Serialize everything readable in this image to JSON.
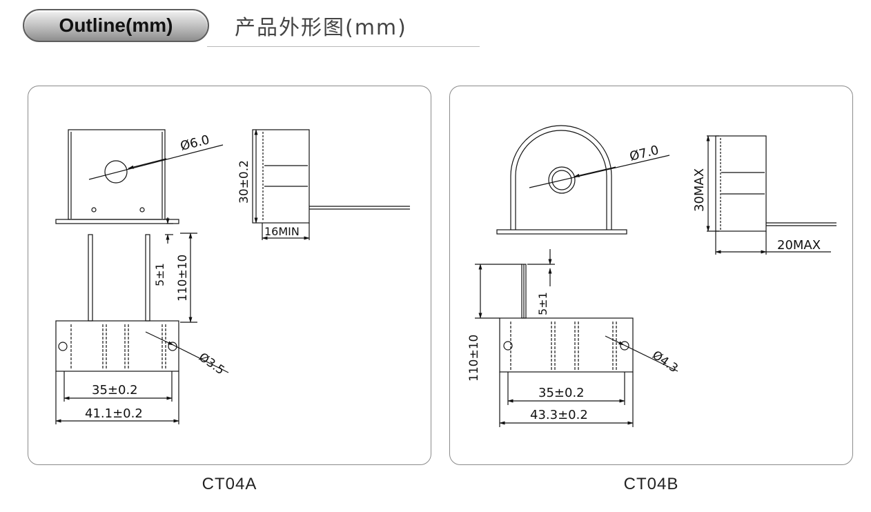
{
  "header": {
    "badge_label": "Outline(mm)",
    "chinese_title": "产品外形图(mm)"
  },
  "panels": [
    {
      "model": "CT04A",
      "dims": {
        "hole_dia": "Ø6.0",
        "height": "30±0.2",
        "width_min": "16MIN",
        "pin_offset": "5±1",
        "lead_length": "110±10",
        "mount_hole": "Ø3.5",
        "pitch": "35±0.2",
        "overall_width": "41.1±0.2"
      }
    },
    {
      "model": "CT04B",
      "dims": {
        "hole_dia": "Ø7.0",
        "height": "30MAX",
        "width_max": "20MAX",
        "pin_offset": "5±1",
        "lead_length": "110±10",
        "mount_hole": "Ø4.3",
        "pitch": "35±0.2",
        "overall_width": "43.3±0.2"
      }
    }
  ]
}
